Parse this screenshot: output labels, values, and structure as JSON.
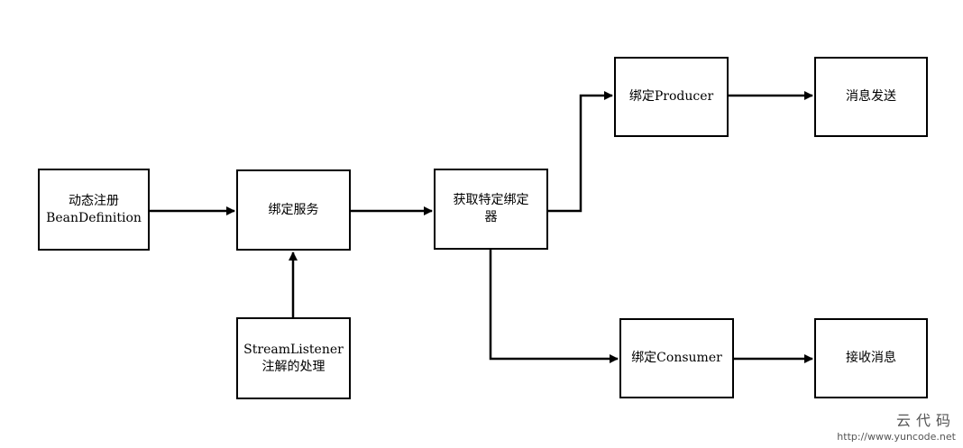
{
  "nodes": {
    "dynamic_register": {
      "line1": "动态注册",
      "line2": "BeanDefinition"
    },
    "bind_service": {
      "line1": "绑定服务"
    },
    "get_binder": {
      "line1": "获取特定绑定",
      "line2": "器"
    },
    "stream_listener": {
      "line1": "StreamListener",
      "line2": "注解的处理"
    },
    "bind_producer": {
      "line1": "绑定Producer"
    },
    "send_message": {
      "line1": "消息发送"
    },
    "bind_consumer": {
      "line1": "绑定Consumer"
    },
    "receive_message": {
      "line1": "接收消息"
    }
  },
  "edges": [
    {
      "from": "动态注册 BeanDefinition",
      "to": "绑定服务"
    },
    {
      "from": "StreamListener 注解的处理",
      "to": "绑定服务"
    },
    {
      "from": "绑定服务",
      "to": "获取特定绑定器"
    },
    {
      "from": "获取特定绑定器",
      "to": "绑定Producer"
    },
    {
      "from": "获取特定绑定器",
      "to": "绑定Consumer"
    },
    {
      "from": "绑定Producer",
      "to": "消息发送"
    },
    {
      "from": "绑定Consumer",
      "to": "接收消息"
    }
  ],
  "colors": {
    "stroke": "#000000",
    "background": "#ffffff",
    "watermark": "#555555"
  },
  "watermark": {
    "name": "云代码",
    "url": "http://www.yuncode.net"
  }
}
